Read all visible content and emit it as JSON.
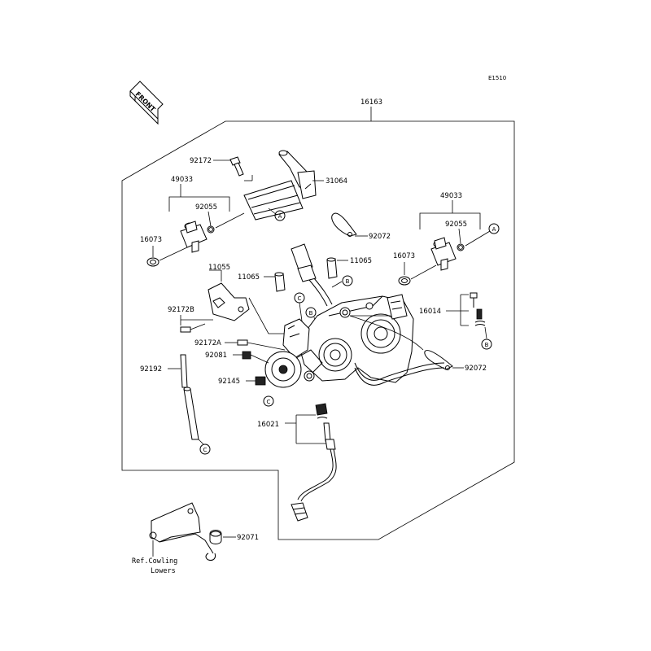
{
  "figure_code": "E1510",
  "front_label": "FRONT",
  "assembly_number": "16163",
  "parts": {
    "p92172": "92172",
    "p31064": "31064",
    "p49033_left": "49033",
    "p92055_left": "92055",
    "p16073_left": "16073",
    "p49033_right": "49033",
    "p92055_right": "92055",
    "p92072_top": "92072",
    "p11065_right": "11065",
    "p16073_right": "16073",
    "p11055": "11055",
    "p11065_left": "11065",
    "p92172B": "92172B",
    "p16014": "16014",
    "p92172A": "92172A",
    "p92081": "92081",
    "p92192": "92192",
    "p92072_right": "92072",
    "p92145": "92145",
    "p16021": "16021",
    "p92071": "92071"
  },
  "callouts": {
    "a1": "A",
    "a2": "A",
    "b1": "B",
    "b2": "B",
    "b3": "B",
    "c1": "C",
    "c2": "C",
    "c3": "C"
  },
  "ref_note": {
    "line1": "Ref.Cowling",
    "line2": "Lowers"
  }
}
